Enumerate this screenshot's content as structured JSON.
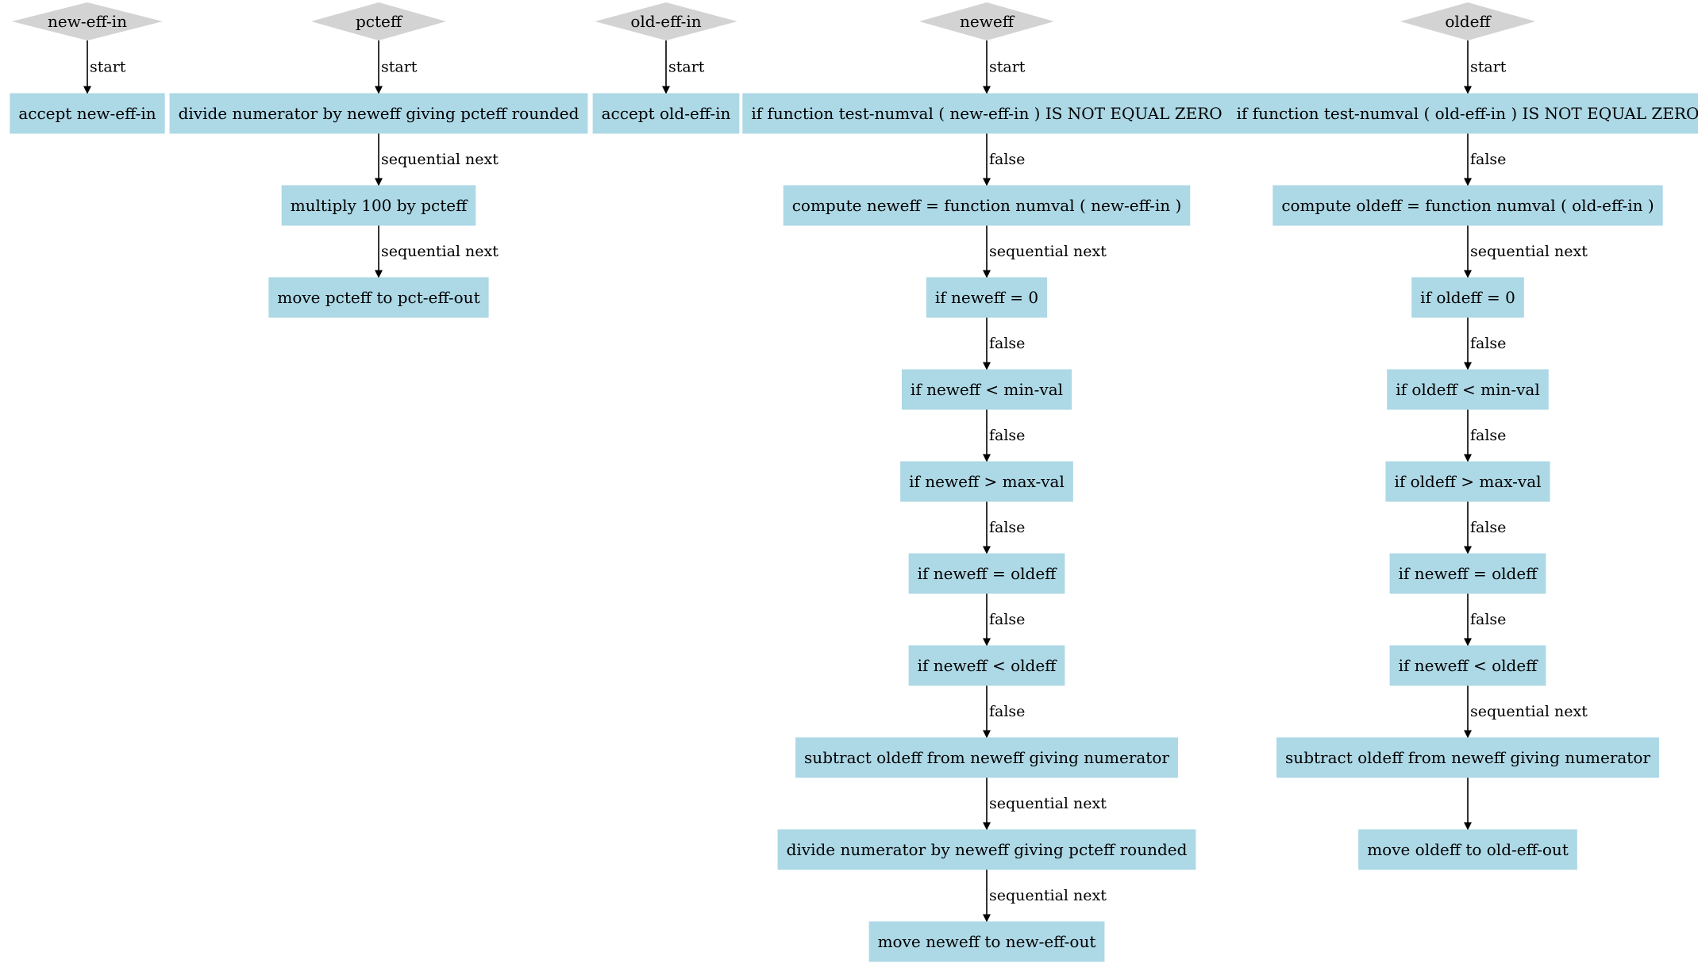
{
  "colors": {
    "start_node_fill": "#d3d3d3",
    "statement_node_fill": "#add8e6",
    "edge_stroke": "#000000",
    "background": "#ffffff"
  },
  "node_shapes": {
    "start": "diamond",
    "statement": "rectangle"
  },
  "flows": [
    {
      "start_label": "new-eff-in",
      "nodes": [
        "accept new-eff-in"
      ],
      "edges": [
        "start"
      ]
    },
    {
      "start_label": "pcteff",
      "nodes": [
        "divide numerator by neweff giving pcteff rounded",
        "multiply 100 by pcteff",
        "move pcteff to pct-eff-out"
      ],
      "edges": [
        "start",
        "sequential next",
        "sequential next"
      ]
    },
    {
      "start_label": "old-eff-in",
      "nodes": [
        "accept old-eff-in"
      ],
      "edges": [
        "start"
      ]
    },
    {
      "start_label": "neweff",
      "nodes": [
        "if function test-numval ( new-eff-in ) IS NOT EQUAL ZERO",
        "compute neweff = function numval ( new-eff-in )",
        "if neweff = 0",
        "if neweff < min-val",
        "if neweff > max-val",
        "if neweff = oldeff",
        "if neweff < oldeff",
        "subtract oldeff from neweff giving numerator",
        "divide numerator by neweff giving pcteff rounded",
        "move neweff to new-eff-out"
      ],
      "edges": [
        "start",
        "false",
        "sequential next",
        "false",
        "false",
        "false",
        "false",
        "false",
        "sequential next",
        "sequential next"
      ]
    },
    {
      "start_label": "oldeff",
      "nodes": [
        "if function test-numval ( old-eff-in ) IS NOT EQUAL ZERO",
        "compute oldeff = function numval ( old-eff-in )",
        "if oldeff = 0",
        "if oldeff < min-val",
        "if oldeff > max-val",
        "if neweff = oldeff",
        "if neweff < oldeff",
        "subtract oldeff from neweff giving numerator",
        "move oldeff to old-eff-out"
      ],
      "edges": [
        "start",
        "false",
        "sequential next",
        "false",
        "false",
        "false",
        "false",
        "sequential next"
      ]
    }
  ]
}
